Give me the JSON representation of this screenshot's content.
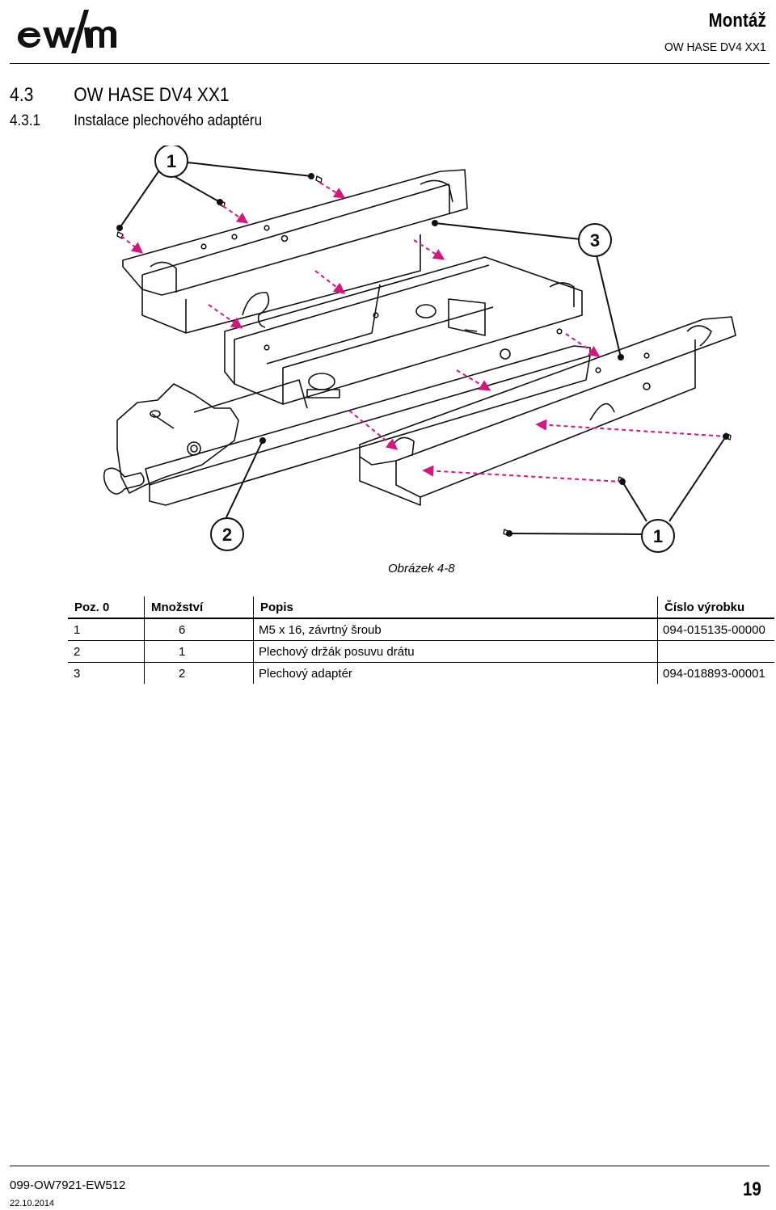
{
  "header": {
    "brand_logo": "ewm",
    "section_title": "Montáž",
    "product": "OW HASE DV4 XX1"
  },
  "headings": {
    "h2_number": "4.3",
    "h2_text": "OW HASE DV4 XX1",
    "h3_number": "4.3.1",
    "h3_text": "Instalace plechového adaptéru"
  },
  "figure": {
    "callouts": [
      "1",
      "3",
      "2",
      "1"
    ],
    "caption": "Obrázek 4-8",
    "accent_color": "#d4177e"
  },
  "parts_table": {
    "headers": [
      "Poz. 0",
      "Množství",
      "Popis",
      "Číslo výrobku"
    ],
    "rows": [
      [
        "1",
        "6",
        "M5 x 16, závrtný šroub",
        "094-015135-00000"
      ],
      [
        "2",
        "1",
        "Plechový držák posuvu drátu",
        ""
      ],
      [
        "3",
        "2",
        "Plechový adaptér",
        "094-018893-00001"
      ]
    ]
  },
  "footer": {
    "doc_number": "099-OW7921-EW512",
    "date": "22.10.2014",
    "page": "19"
  }
}
